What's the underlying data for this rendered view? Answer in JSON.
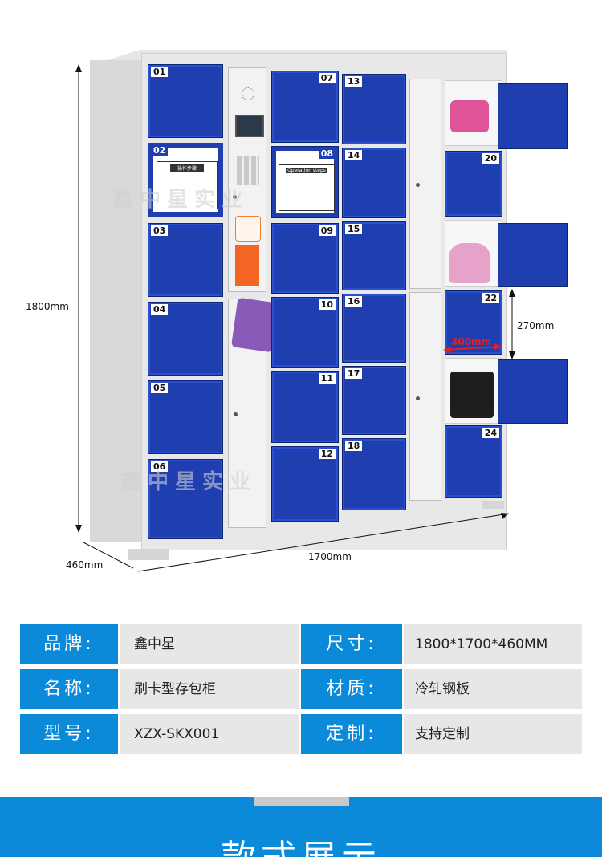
{
  "diagram": {
    "height_label": "1800mm",
    "width_label": "1700mm",
    "depth_label": "460mm",
    "cell_height_label": "270mm",
    "cell_width_label": "300mm",
    "left_doors": [
      "01",
      "02",
      "03",
      "04",
      "05",
      "06"
    ],
    "mid_doors_a": [
      "07",
      "08",
      "09",
      "10",
      "11",
      "12"
    ],
    "mid_doors_b": [
      "13",
      "14",
      "15",
      "16",
      "17",
      "18"
    ],
    "right_doors": [
      "20",
      "22",
      "24"
    ],
    "instruction_cn_title": "操作步骤",
    "instruction_en_title": "Operation steps",
    "watermark": "鑫中星实业"
  },
  "specs": [
    {
      "label": "品牌:",
      "value": "鑫中星",
      "label2": "尺寸:",
      "value2": "1800*1700*460MM"
    },
    {
      "label": "名称:",
      "value": "刷卡型存包柜",
      "label2": "材质:",
      "value2": "冷轧钢板"
    },
    {
      "label": "型号:",
      "value": "XZX-SKX001",
      "label2": "定制:",
      "value2": "支持定制"
    }
  ],
  "footer": {
    "title": "款式展示"
  },
  "colors": {
    "accent": "#0a8ad8",
    "door_blue": "#1f3fb0",
    "dimension_red": "#e02020"
  }
}
